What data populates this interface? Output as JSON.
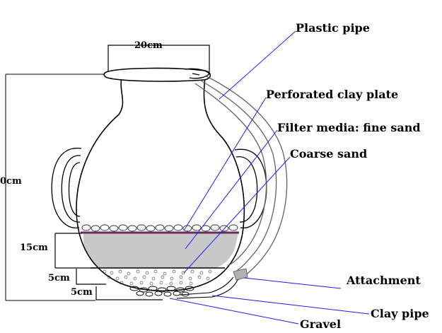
{
  "dimensions": {
    "top_width": "20cm",
    "total_height": "0cm",
    "sand_depth": "15cm",
    "coarse_depth": "5cm",
    "gravel_depth": "5cm"
  },
  "labels": {
    "plastic_pipe": "Plastic pipe",
    "perforated_clay_plate": "Perforated clay plate",
    "filter_media": "Filter media: fine sand",
    "coarse_sand": "Coarse sand",
    "attachment": "Attachment",
    "clay_pipe": "Clay pipe",
    "gravel": "Gravel"
  },
  "colors": {
    "outline": "#000000",
    "leader_line": "#1a1aff",
    "plate": "#6a2a5a",
    "fine_sand": "#c8c8c8",
    "pipe": "#6a5a6a",
    "attachment": "#b0b0b0"
  }
}
